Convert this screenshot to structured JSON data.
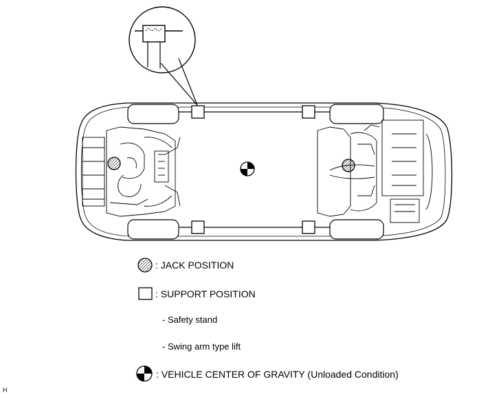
{
  "legend": {
    "jack_position": ": JACK POSITION",
    "support_position": ": SUPPORT POSITION",
    "safety_stand": "- Safety stand",
    "swing_arm_lift": "- Swing arm type lift",
    "center_of_gravity_label": ": VEHICLE CENTER OF GRAVITY",
    "center_of_gravity_note": "(Unloaded Condition)"
  },
  "figure_code": "H",
  "icons": [
    "jack-position-hatched-circle-icon",
    "support-position-square-icon",
    "center-of-gravity-quartered-circle-icon"
  ]
}
